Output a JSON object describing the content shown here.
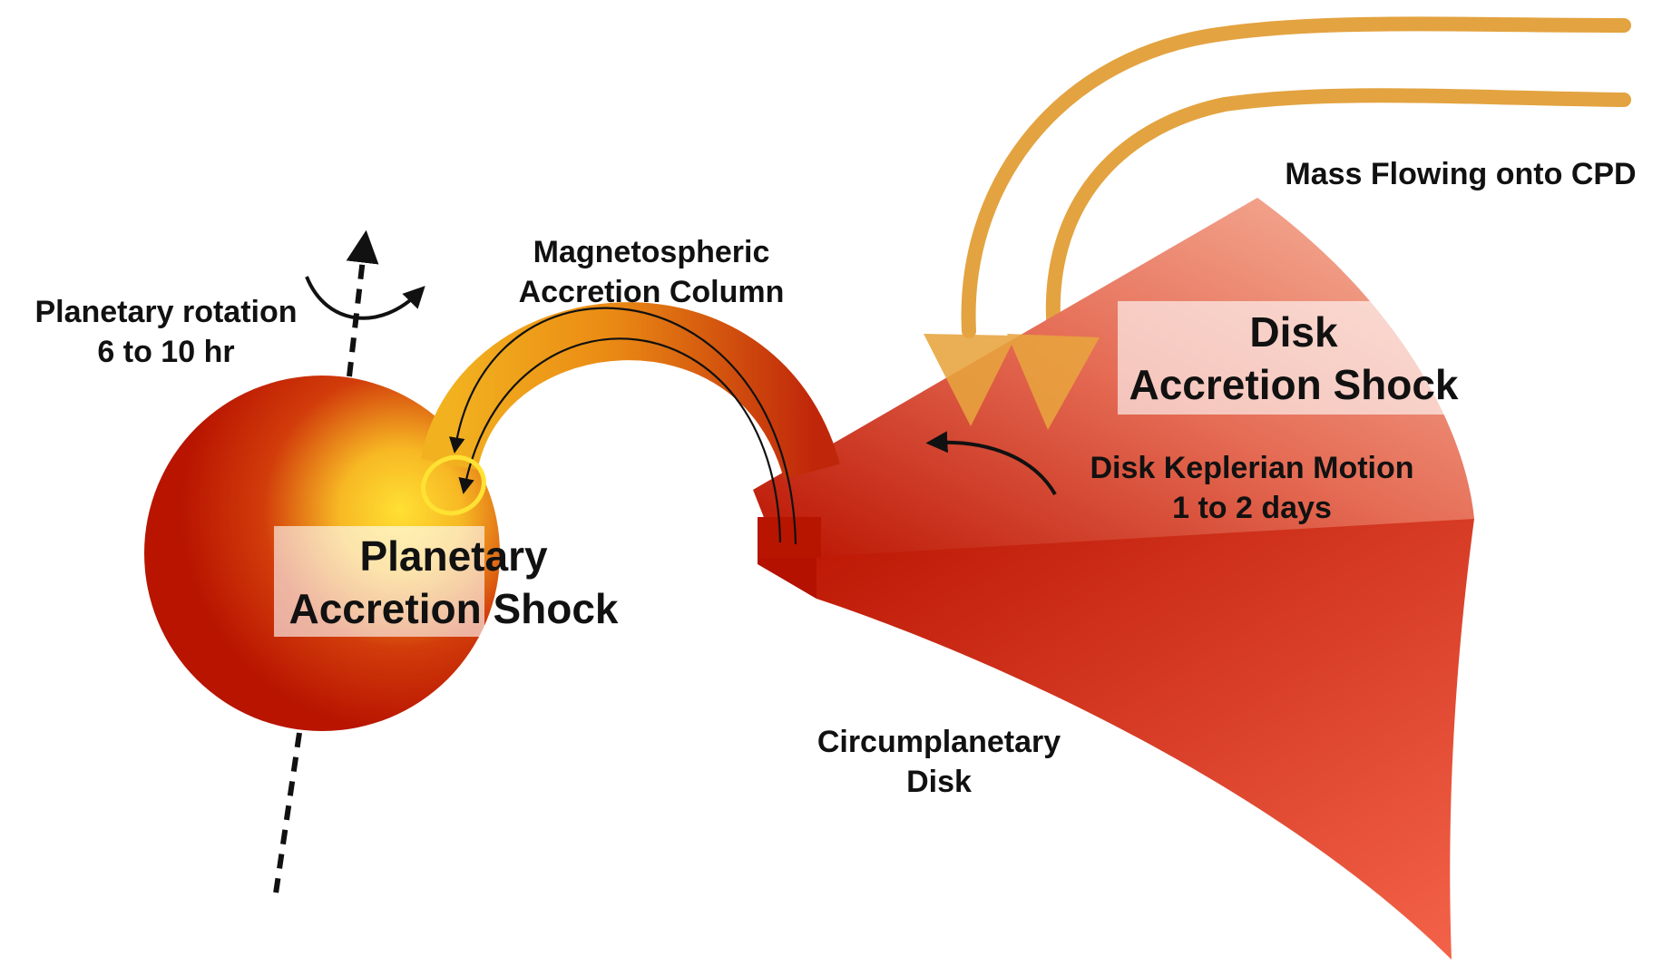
{
  "labels": {
    "planetary_rotation": [
      "Planetary rotation",
      "6 to 10 hr"
    ],
    "magnetospheric_column": [
      "Magnetospheric",
      "Accretion Column"
    ],
    "mass_flow": "Mass Flowing onto CPD",
    "disk_shock": [
      "Disk",
      "Accretion Shock"
    ],
    "keplerian_motion": [
      "Disk Keplerian Motion",
      "1 to 2 days"
    ],
    "planetary_shock": [
      "Planetary",
      "Accretion Shock"
    ],
    "circumplanetary_disk": [
      "Circumplanetary",
      "Disk"
    ]
  },
  "colors": {
    "planet_dark": "#b81400",
    "planet_hot": "#ffe033",
    "column_warm": "#f2b21f",
    "column_deep": "#c0270a",
    "disk_light": "#f7b7a0",
    "disk_deep": "#b91300",
    "disk_bright": "#f4644a",
    "stream": "#e3a340",
    "arrow": "#111111"
  }
}
